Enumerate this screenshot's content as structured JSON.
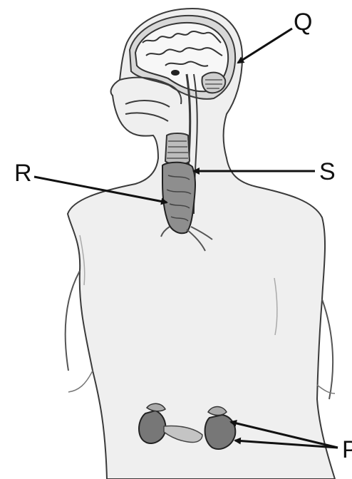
{
  "labels": {
    "q": "Q",
    "r": "R",
    "s": "S",
    "p": "P"
  },
  "parts": {
    "q": "brain",
    "r": "thyroid",
    "s": "trachea",
    "p": "kidneys"
  },
  "colors": {
    "outline": "#3a3a3a",
    "body_fill": "#efefef",
    "organ_dark": "#6a6a6a",
    "organ_light": "#b8b8b8",
    "arrow": "#111111"
  }
}
